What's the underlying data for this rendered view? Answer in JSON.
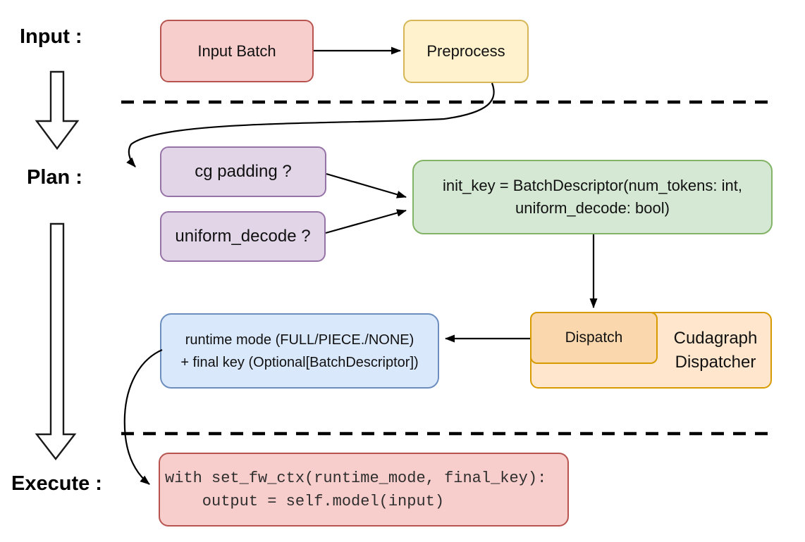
{
  "labels": {
    "input": "Input :",
    "plan": "Plan :",
    "execute": "Execute :"
  },
  "nodes": {
    "input_batch": {
      "label": "Input Batch"
    },
    "preprocess": {
      "label": "Preprocess"
    },
    "cg_padding": {
      "label": "cg padding ?"
    },
    "uniform_decode": {
      "label": "uniform_decode ?"
    },
    "init_key": {
      "line1": "init_key = BatchDescriptor(num_tokens: int,",
      "line2": "uniform_decode: bool)"
    },
    "dispatch": {
      "label": "Dispatch"
    },
    "dispatcher": {
      "label": "Cudagraph Dispatcher"
    },
    "runtime_result": {
      "line1": "runtime mode (FULL/PIECE./NONE)",
      "line2": "+ final key (Optional[BatchDescriptor])"
    },
    "execute_code": {
      "line1": "with set_fw_ctx(runtime_mode, final_key):",
      "line2": "    output = self.model(input)"
    }
  },
  "palette": {
    "red_fill": "#f8cecc",
    "red_border": "#b85450",
    "yellow_fill": "#fff2cc",
    "yellow_border": "#d6b656",
    "purple_fill": "#e1d5e7",
    "purple_border": "#9673a6",
    "green_fill": "#d5e8d4",
    "green_border": "#82b366",
    "blue_fill": "#dae8fc",
    "blue_border": "#6c8ebf",
    "orange_fill": "#ffe6cc",
    "orange_inner_fill": "#fad7ac",
    "orange_border": "#d79b00",
    "line_color": "#000000"
  }
}
